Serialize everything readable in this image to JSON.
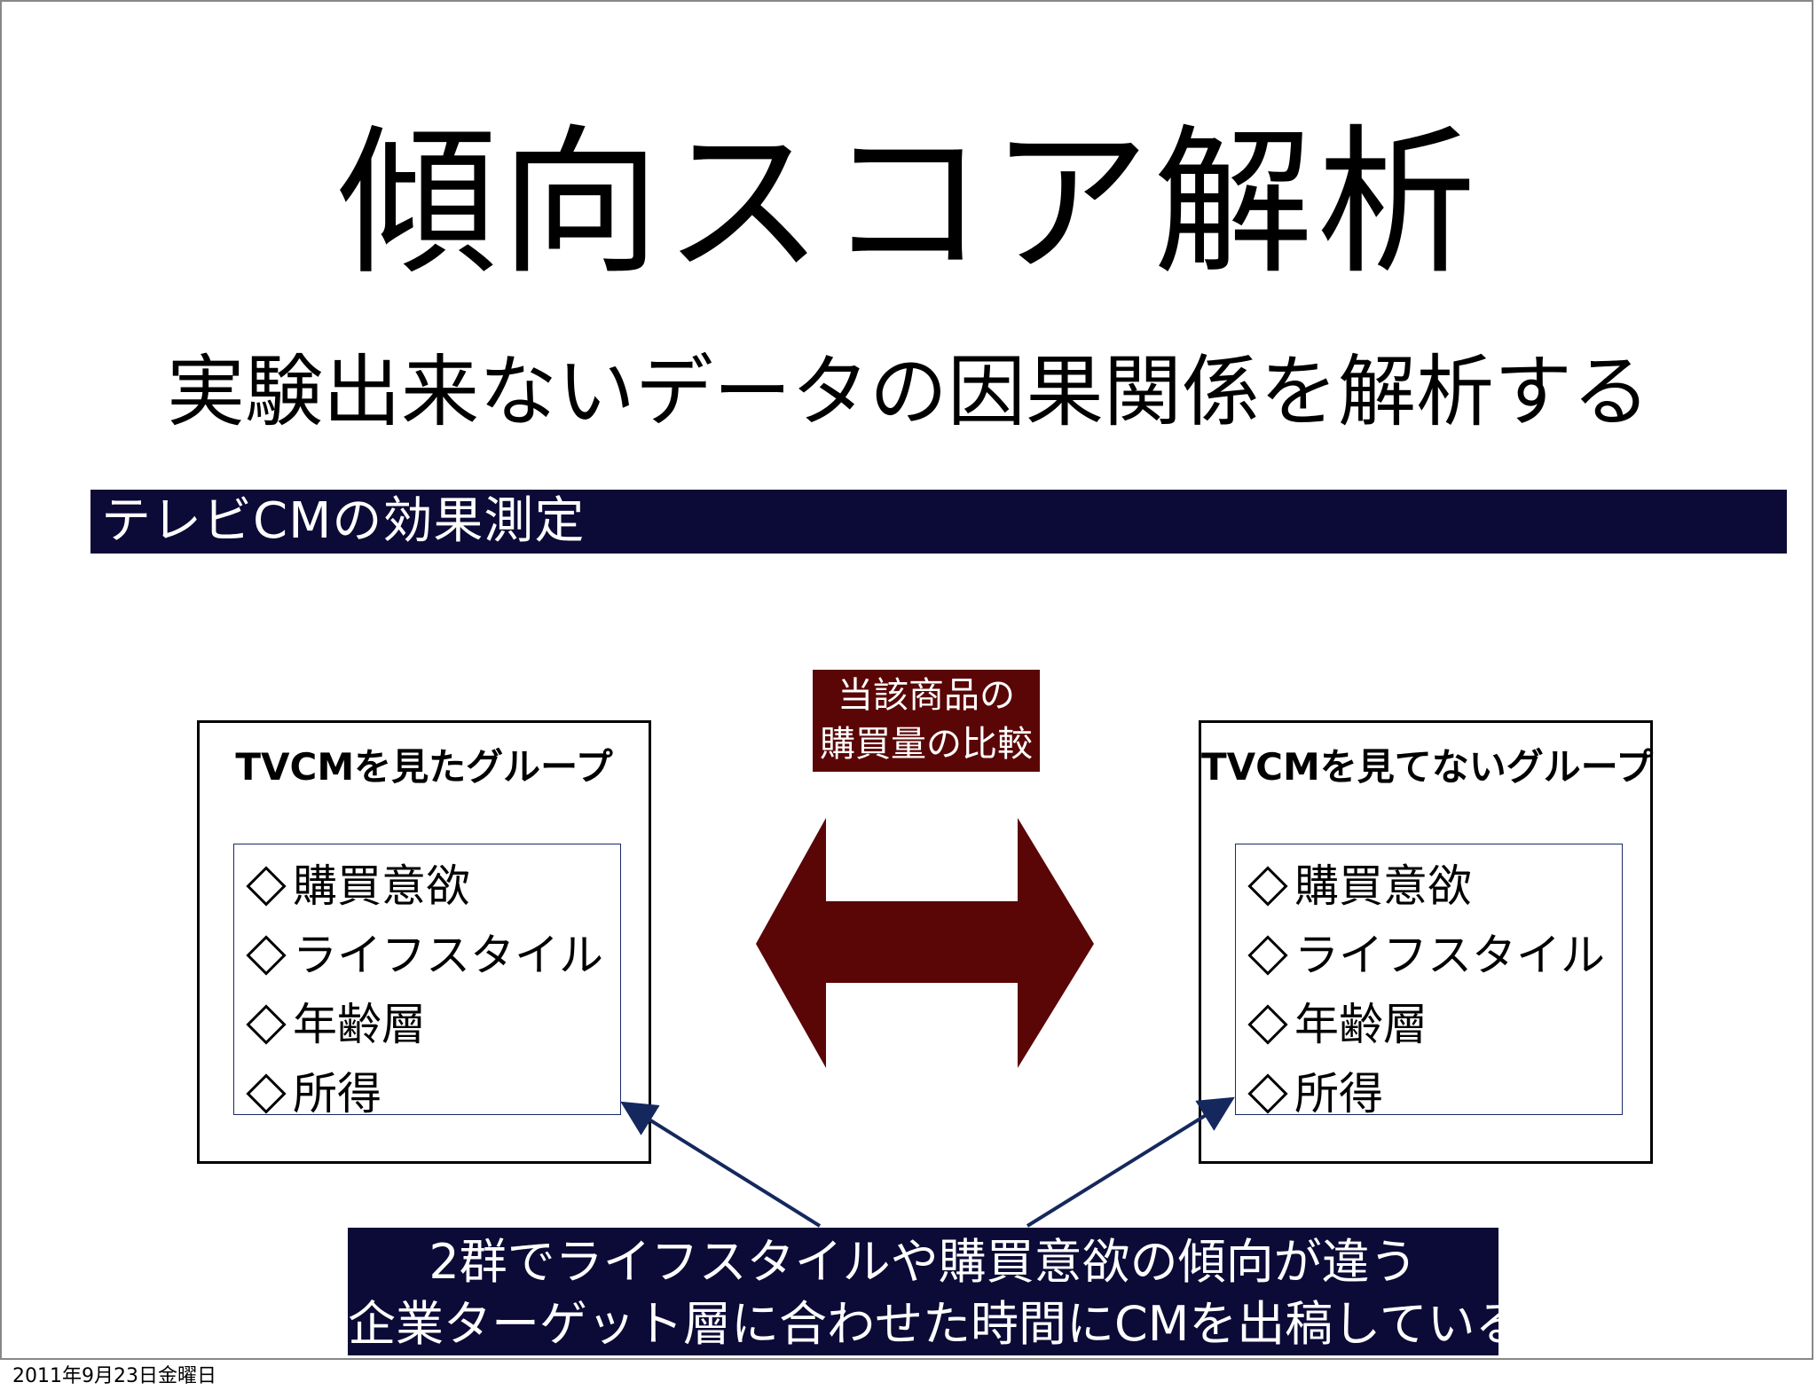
{
  "slide": {
    "title": "傾向スコア解析",
    "subtitle": "実験出来ないデータの因果関係を解析する",
    "section_bar": "テレビCMの効果測定",
    "compare_label": {
      "line1": "当該商品の",
      "line2": "購買量の比較"
    },
    "left_group": {
      "title": "TVCMを見たグループ",
      "attributes": [
        "購買意欲",
        "ライフスタイル",
        "年齢層",
        "所得"
      ]
    },
    "right_group": {
      "title": "TVCMを見てないグループ",
      "attributes": [
        "購買意欲",
        "ライフスタイル",
        "年齢層",
        "所得"
      ]
    },
    "bottom_banner": {
      "line1": "2群でライフスタイルや購買意欲の傾向が違う",
      "line2": "企業ターゲット層に合わせた時間にCMを出稿している"
    },
    "footer_date": "2011年9月23日金曜日"
  },
  "colors": {
    "navy": "#0c0a36",
    "maroon": "#5a0606",
    "arrow_line": "#15285e"
  },
  "icons": [
    "diamond-icon",
    "double-arrow-icon",
    "pointer-arrow-icon"
  ]
}
